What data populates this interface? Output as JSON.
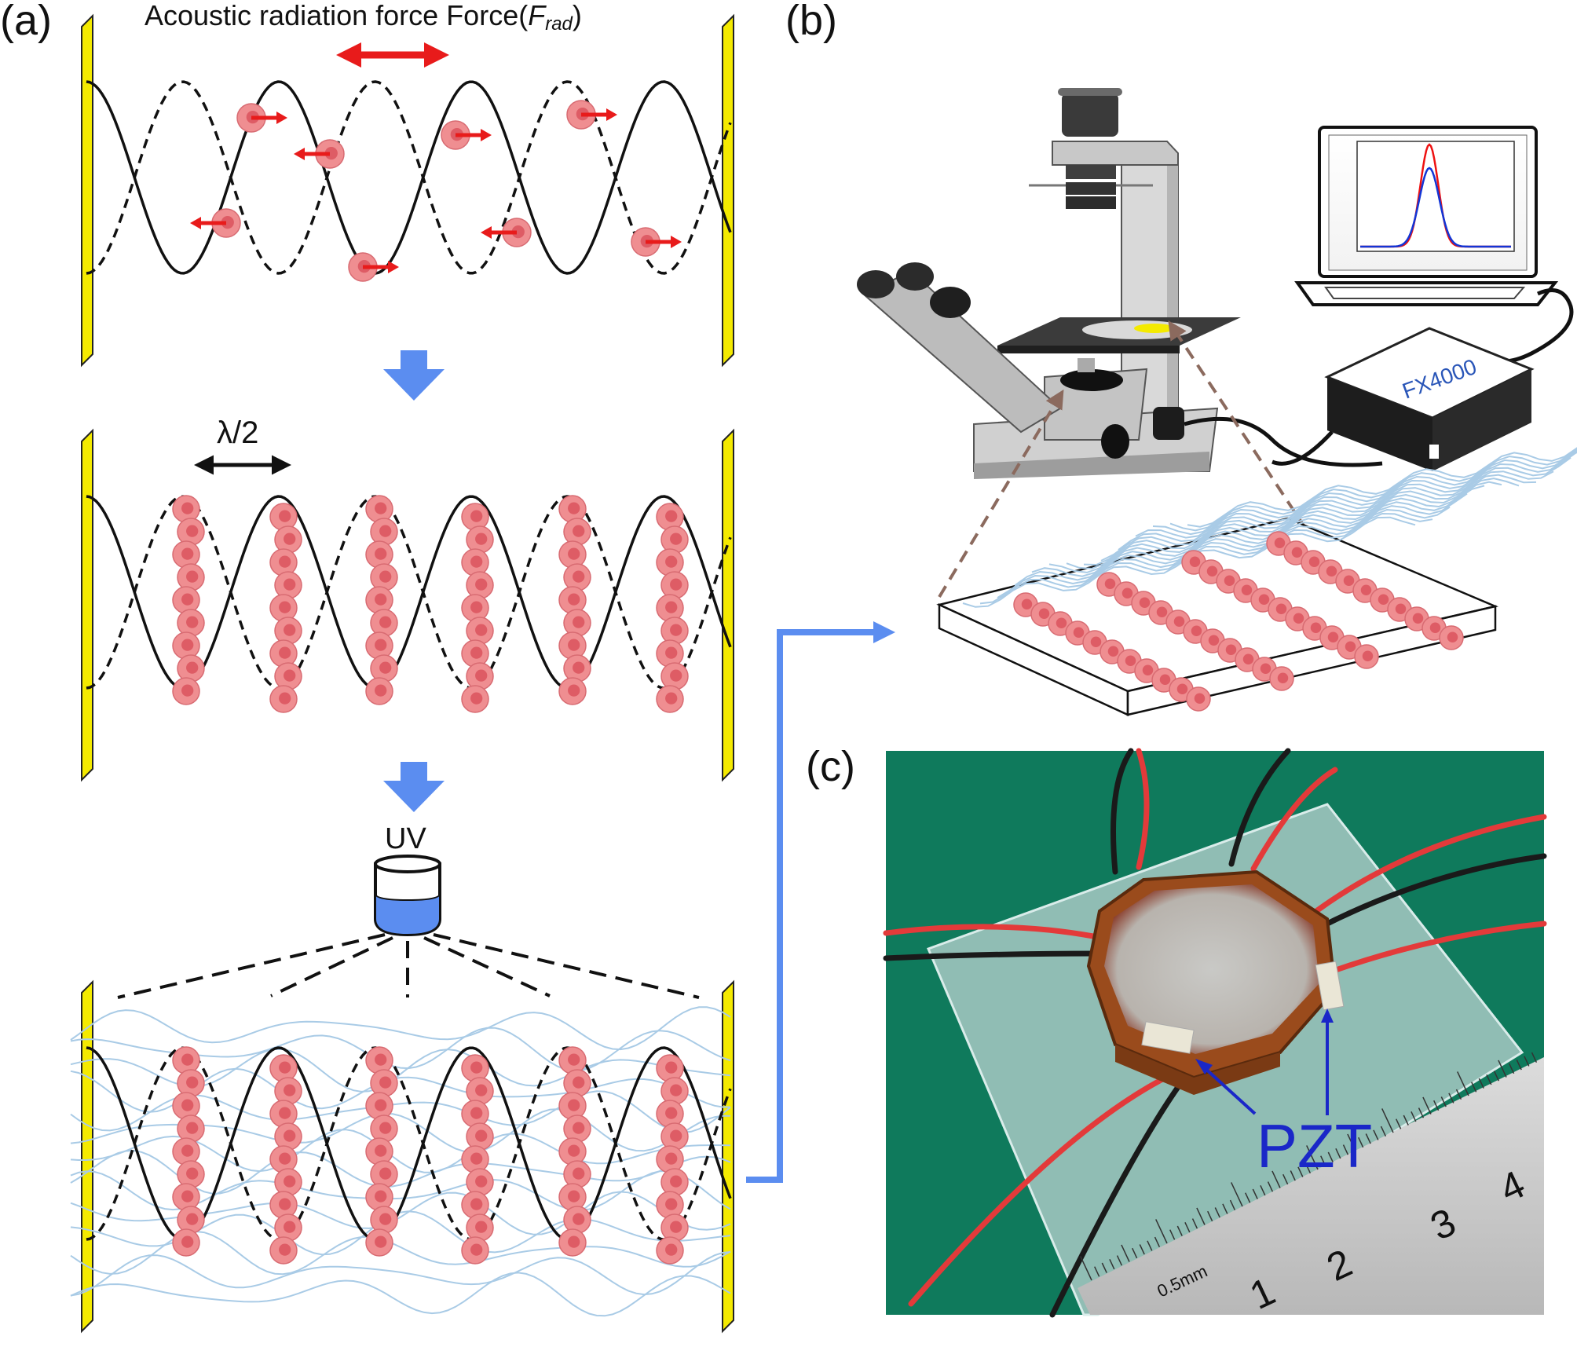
{
  "panel_a": {
    "label": "(a)",
    "title": "Acoustic radiation force  Force(",
    "title_symbol": "F",
    "title_subscript": "rad",
    "title_close": ")",
    "half_wavelength": "λ/2",
    "uv": "UV"
  },
  "panel_b": {
    "label": "(b)",
    "spectrometer": "FX4000"
  },
  "panel_c": {
    "label": "(c)",
    "pzt": "PZT",
    "ruler_unit": "0.5mm",
    "ruler_ticks": [
      "1",
      "2",
      "3",
      "4"
    ]
  },
  "colors": {
    "transducer": "#f4ea00",
    "cell": "#ef8e91",
    "cell_core": "#de5c65",
    "force_arrow": "#e81b1b",
    "flow_arrow": "#5b8df0",
    "fiber": "#a9cbe6",
    "pzt_text": "#1a27c8",
    "photo_background": "#0f7a5c"
  }
}
